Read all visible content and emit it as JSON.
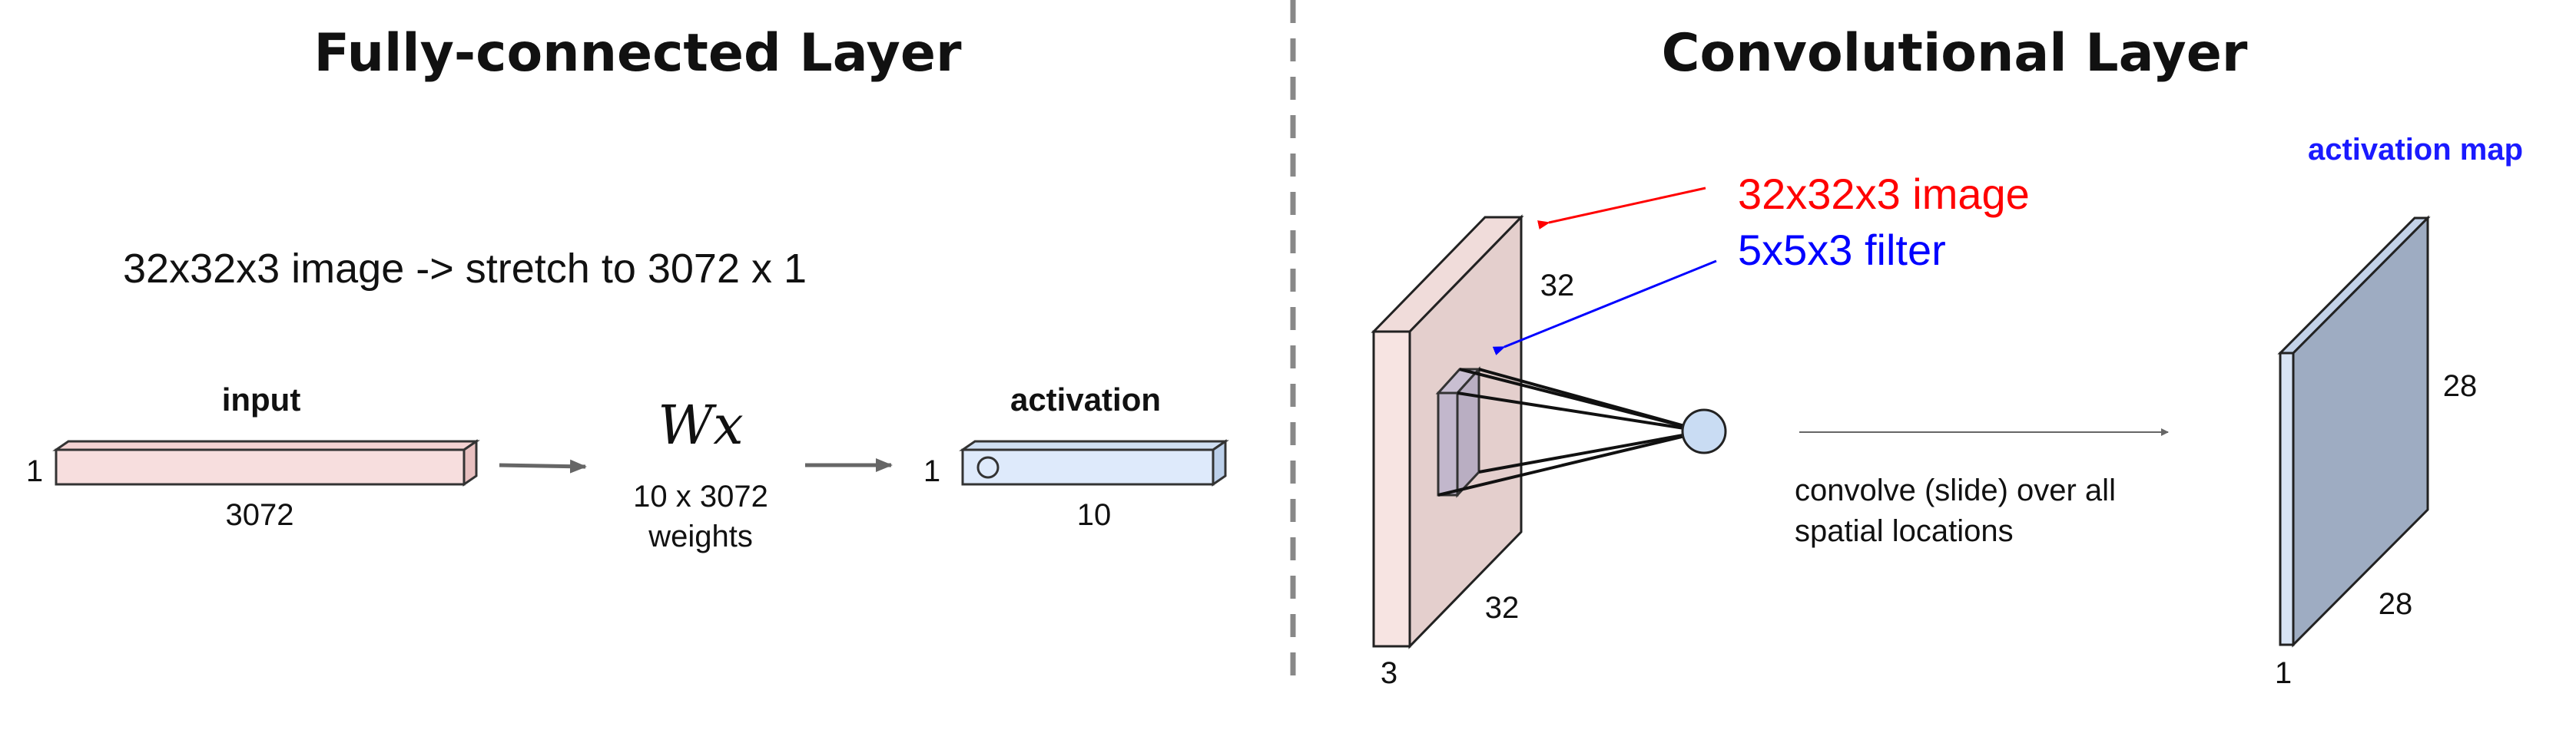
{
  "left_panel": {
    "title": "Fully-connected Layer",
    "description": "32x32x3 image -> stretch to 3072 x 1",
    "input_label": "input",
    "input_height_label": "1",
    "input_length_label": "3072",
    "weights_symbol": "Wx",
    "weights_dims": "10 x 3072",
    "weights_word": "weights",
    "activation_label": "activation",
    "activation_height_label": "1",
    "activation_length_label": "10"
  },
  "right_panel": {
    "title": "Convolutional Layer",
    "image_callout": "32x32x3 image",
    "filter_callout": "5x5x3 filter",
    "image_height_label": "32",
    "image_width_label": "32",
    "image_depth_label": "3",
    "convolve_line1": "convolve (slide) over all",
    "convolve_line2": "spatial locations",
    "activation_map_label": "activation map",
    "map_height_label": "28",
    "map_width_label": "28",
    "map_depth_label": "1"
  },
  "colors": {
    "input_bar": "#f7dede",
    "activation_bar": "#deeafb",
    "image_volume": "#e4cfcd",
    "filter_volume": "#b9aec2",
    "activation_map": "#9eacc2",
    "neuron": "#c9dcf3",
    "image_callout": "#ff0000",
    "filter_callout": "#0000ff",
    "activation_map_label": "#1a1aff",
    "divider": "#888888",
    "arrow": "#666666"
  }
}
